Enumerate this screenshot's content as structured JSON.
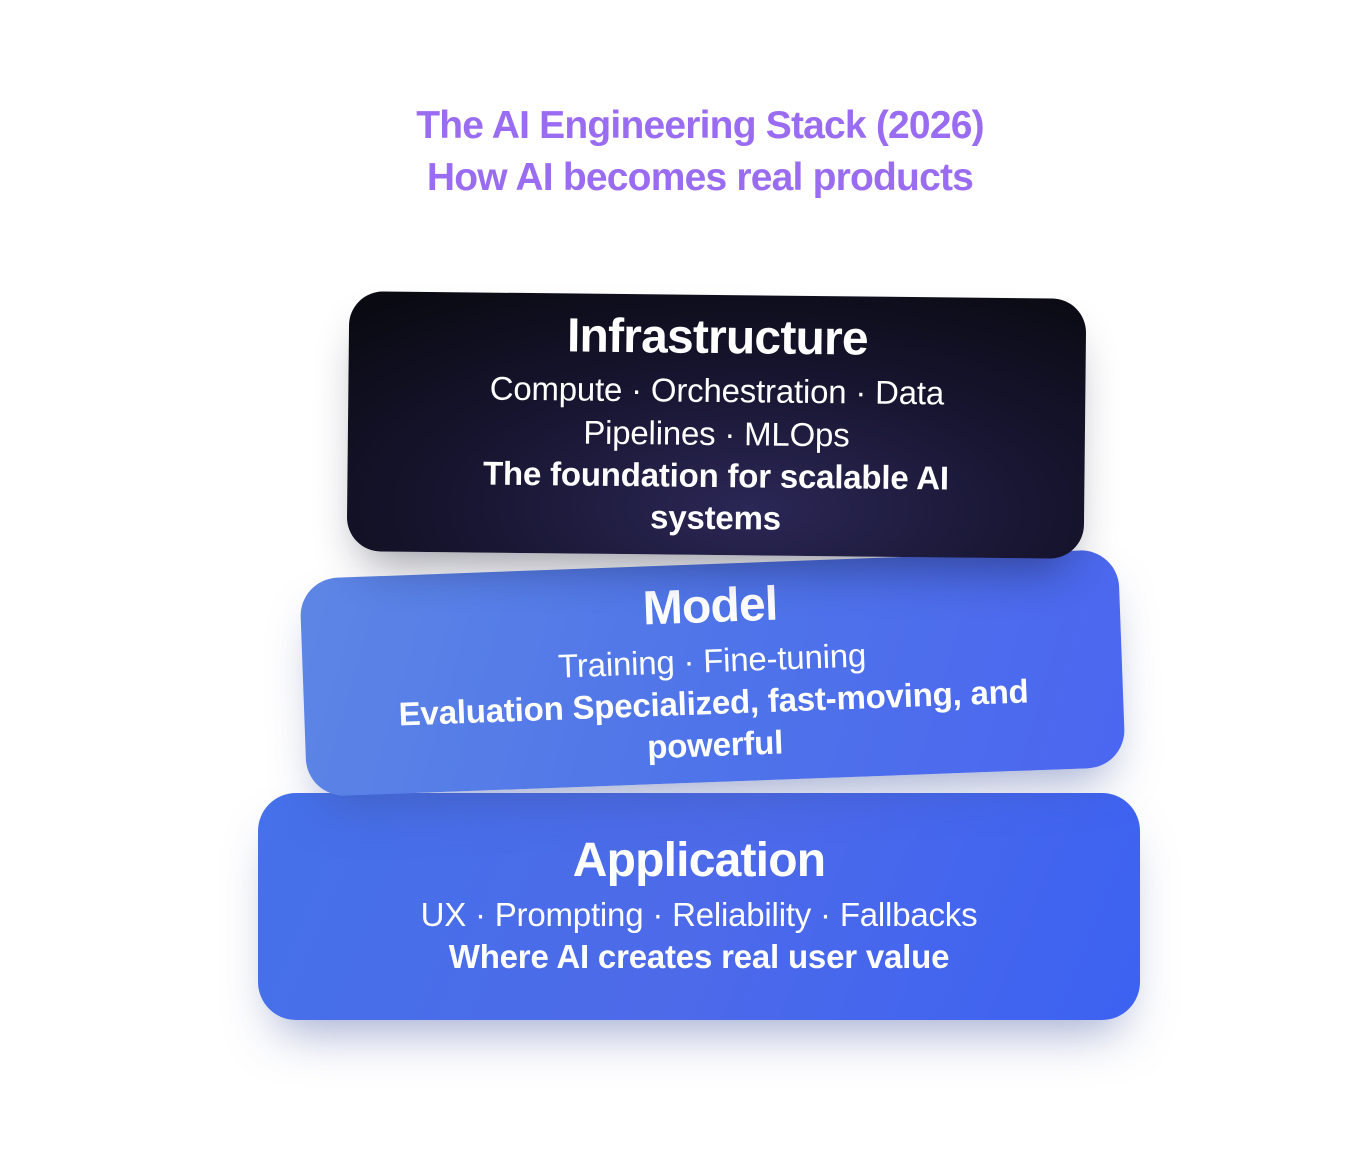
{
  "title": {
    "line1": "The AI Engineering Stack (2026)",
    "line2": "How AI becomes real products",
    "color": "#9a6cf2"
  },
  "stack": {
    "layers": [
      {
        "name": "infrastructure",
        "heading": "Infrastructure",
        "components": "Compute · Orchestration · Data Pipelines · MLOps",
        "tagline": "The foundation for scalable AI systems",
        "text_color": "#ffffff",
        "bg": {
          "kind": "radial",
          "position": "55% 82%",
          "stops": [
            "#2b2756",
            "#171530",
            "#0a0a12"
          ]
        }
      },
      {
        "name": "model",
        "heading": "Model",
        "components": "Training · Fine-tuning",
        "tagline": "Evaluation Specialized, fast-moving, and powerful",
        "text_color": "#ffffff",
        "bg": {
          "kind": "linear",
          "angle": "108deg",
          "stops": [
            "#5d86e5",
            "#4f74e9",
            "#4b66f0"
          ]
        }
      },
      {
        "name": "application",
        "heading": "Application",
        "components": "UX · Prompting · Reliability · Fallbacks",
        "tagline": "Where AI creates real user value",
        "text_color": "#ffffff",
        "bg": {
          "kind": "linear",
          "angle": "112deg",
          "stops": [
            "#4571ea",
            "#4d6ae9",
            "#3c62f2"
          ]
        }
      }
    ]
  }
}
